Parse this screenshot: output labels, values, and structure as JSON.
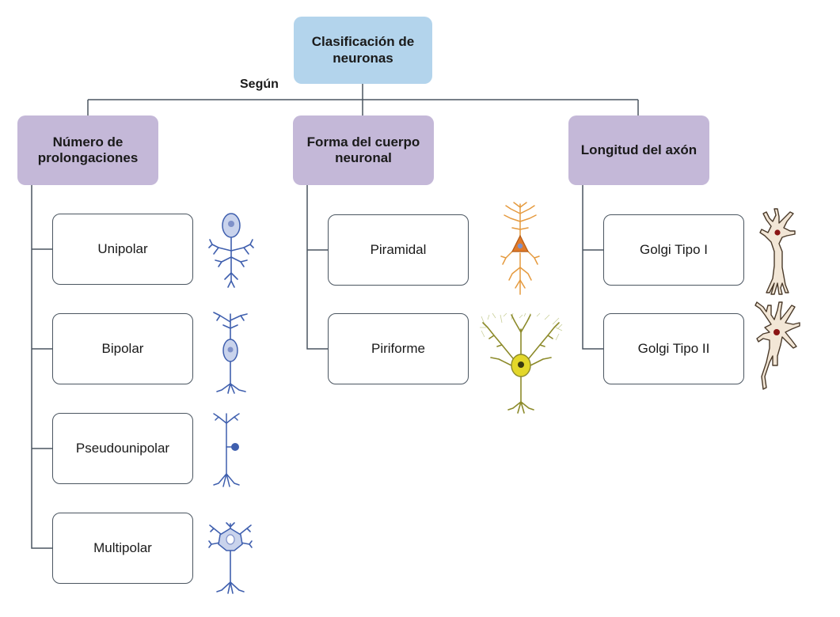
{
  "root": {
    "label": "Clasificación de neuronas",
    "connector_label": "Según"
  },
  "categories": [
    {
      "label": "Número de prolongaciones",
      "items": [
        {
          "label": "Unipolar",
          "icon": "unipolar-neuron-icon"
        },
        {
          "label": "Bipolar",
          "icon": "bipolar-neuron-icon"
        },
        {
          "label": "Pseudounipolar",
          "icon": "pseudounipolar-neuron-icon"
        },
        {
          "label": "Multipolar",
          "icon": "multipolar-neuron-icon"
        }
      ]
    },
    {
      "label": "Forma del cuerpo neuronal",
      "items": [
        {
          "label": "Piramidal",
          "icon": "pyramidal-neuron-icon"
        },
        {
          "label": "Piriforme",
          "icon": "piriform-neuron-icon"
        }
      ]
    },
    {
      "label": "Longitud del axón",
      "items": [
        {
          "label": "Golgi Tipo I",
          "icon": "golgi-type-1-neuron-icon"
        },
        {
          "label": "Golgi Tipo II",
          "icon": "golgi-type-2-neuron-icon"
        }
      ]
    }
  ],
  "colors": {
    "root_fill": "#b3d4ec",
    "category_fill": "#c4b8d8",
    "line": "#4a5560",
    "neuron_blue": "#3f5fae",
    "neuron_orange": "#e07a2a",
    "neuron_olive": "#8c8a2a",
    "neuron_beige": "#f2e6d6"
  }
}
